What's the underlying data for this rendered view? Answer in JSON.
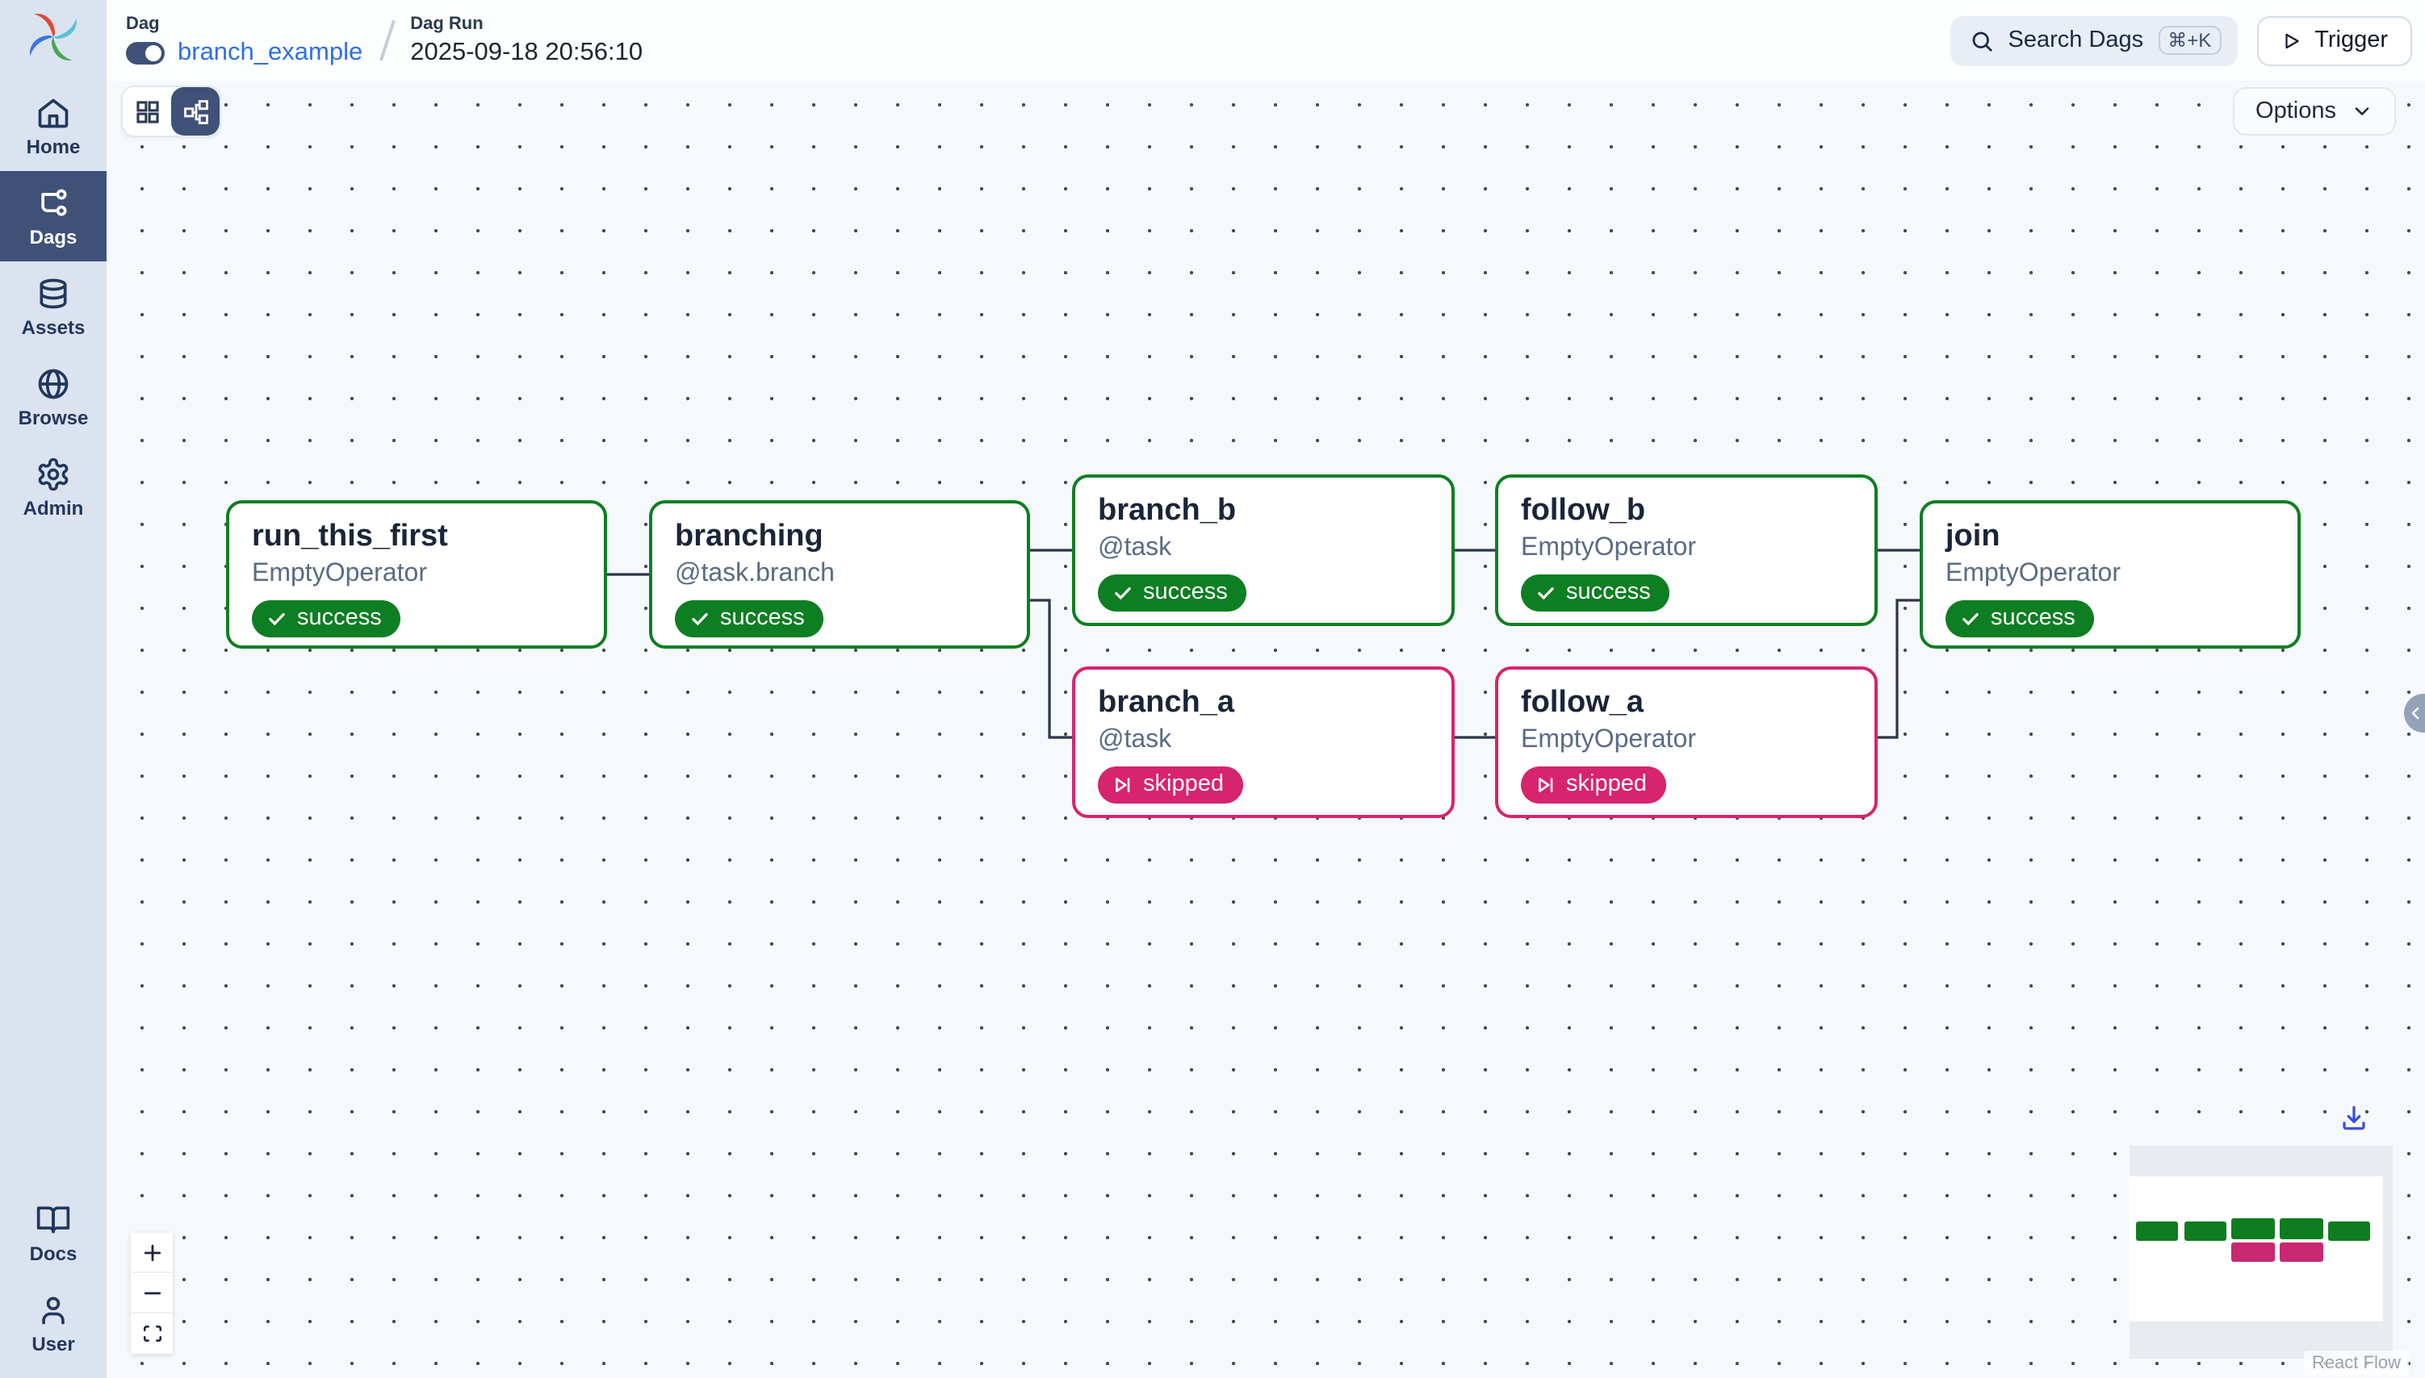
{
  "topbar": {
    "breadcrumb": {
      "dag_label": "Dag",
      "dag_value": "branch_example",
      "dag_run_label": "Dag Run",
      "dag_run_value": "2025-09-18 20:56:10"
    },
    "search": {
      "label": "Search Dags",
      "shortcut": "⌘+K"
    },
    "trigger_label": "Trigger"
  },
  "sidebar": {
    "items": [
      {
        "label": "Home",
        "icon": "home-icon",
        "active": false
      },
      {
        "label": "Dags",
        "icon": "dags-graph-icon",
        "active": true
      },
      {
        "label": "Assets",
        "icon": "database-icon",
        "active": false
      },
      {
        "label": "Browse",
        "icon": "globe-icon",
        "active": false
      },
      {
        "label": "Admin",
        "icon": "gear-icon",
        "active": false
      }
    ],
    "bottom_items": [
      {
        "label": "Docs",
        "icon": "book-icon"
      },
      {
        "label": "User",
        "icon": "person-icon"
      }
    ]
  },
  "toolbar": {
    "options_label": "Options"
  },
  "graph": {
    "nodes": [
      {
        "id": "run_this_first",
        "title": "run_this_first",
        "subtitle": "EmptyOperator",
        "state": "success"
      },
      {
        "id": "branching",
        "title": "branching",
        "subtitle": "@task.branch",
        "state": "success"
      },
      {
        "id": "branch_b",
        "title": "branch_b",
        "subtitle": "@task",
        "state": "success"
      },
      {
        "id": "follow_b",
        "title": "follow_b",
        "subtitle": "EmptyOperator",
        "state": "success"
      },
      {
        "id": "branch_a",
        "title": "branch_a",
        "subtitle": "@task",
        "state": "skipped"
      },
      {
        "id": "follow_a",
        "title": "follow_a",
        "subtitle": "EmptyOperator",
        "state": "skipped"
      },
      {
        "id": "join",
        "title": "join",
        "subtitle": "EmptyOperator",
        "state": "success"
      }
    ],
    "edges": [
      "run_this_first→branching",
      "branching→branch_b",
      "branching→branch_a",
      "branch_b→follow_b",
      "branch_a→follow_a",
      "follow_b→join",
      "follow_a→join"
    ]
  },
  "controls": {
    "zoom_in": "plus",
    "zoom_out": "minus",
    "fit_view": "fit"
  },
  "attribution_label": "React Flow",
  "colors": {
    "success": "#0e7e22",
    "skipped": "#d6246e",
    "sidebar_bg": "#dbe3f1",
    "sidebar_active": "#3f5177",
    "canvas_bg": "#f6f9fc",
    "edge": "#2b3649",
    "link": "#2e6fe8",
    "download_icon": "#3b4fd8"
  }
}
